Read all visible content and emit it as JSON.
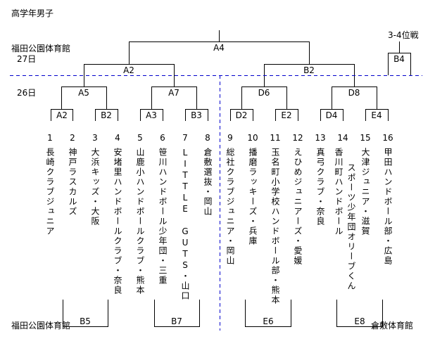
{
  "title": "高学年男子",
  "venue_top": "福田公園体育館",
  "day_27": "27日",
  "day_26": "26日",
  "third_place_label": "3-4位戦",
  "venue_bottom_left": "福田公園体育館",
  "venue_bottom_right": "倉敷体育館",
  "colors": {
    "lines": "#000000",
    "divider": "#0000cc"
  },
  "matches": {
    "final": "A4",
    "semi_left": "A2",
    "semi_right": "B2",
    "third_place": "B4",
    "qf": [
      "A5",
      "A7",
      "D6",
      "D8"
    ],
    "r1_top": [
      "A2",
      "B2",
      "A3",
      "B3",
      "D2",
      "E2",
      "D4",
      "E4"
    ],
    "r1_bottom": [
      "B5",
      "B7",
      "E6",
      "E8"
    ]
  },
  "teams": [
    {
      "no": "1",
      "name": "長崎クラブジュニア"
    },
    {
      "no": "2",
      "name": "神戸ラスカルズ"
    },
    {
      "no": "3",
      "name": "大浜キッズ・大阪"
    },
    {
      "no": "4",
      "name": "安堵里ハンドボールクラブ・奈良"
    },
    {
      "no": "5",
      "name": "山鹿小ハンドボールクラブ・熊本"
    },
    {
      "no": "6",
      "name": "笹川ハンドボール少年団・三重"
    },
    {
      "no": "7",
      "name": "LITTLE GUTS・山口"
    },
    {
      "no": "8",
      "name": "倉敷選抜・岡山"
    },
    {
      "no": "9",
      "name": "総社クラブジュニア・岡山"
    },
    {
      "no": "10",
      "name": "播磨ラッキーズ・兵庫"
    },
    {
      "no": "11",
      "name": "玉名町小学校ハンドボール部・熊本"
    },
    {
      "no": "12",
      "name": "えひめジュニアーズ・愛媛"
    },
    {
      "no": "13",
      "name": "真弓クラブ・奈良"
    },
    {
      "no": "14",
      "name": "香川町ハンドボール",
      "name2": "スポーツ少年団オリーブくん"
    },
    {
      "no": "15",
      "name": "大津ジュニア・滋賀"
    },
    {
      "no": "16",
      "name": "甲田ハンドボール部・広島"
    }
  ]
}
